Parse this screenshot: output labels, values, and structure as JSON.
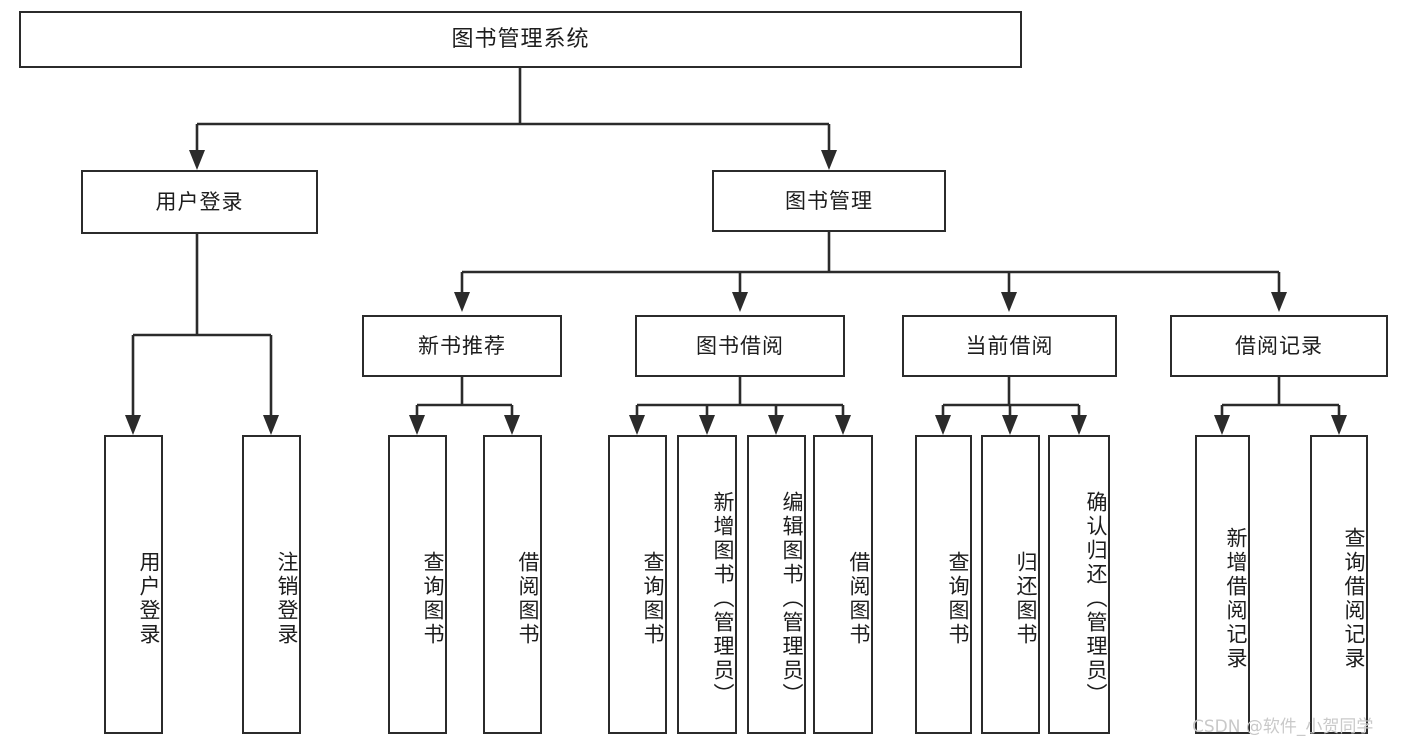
{
  "diagram": {
    "title_node": {
      "label": "图书管理系统"
    },
    "level1": [
      {
        "id": "user-login",
        "label": "用户登录"
      },
      {
        "id": "book-manage",
        "label": "图书管理"
      }
    ],
    "level2": [
      {
        "id": "new-book-recommend",
        "label": "新书推荐"
      },
      {
        "id": "book-borrow",
        "label": "图书借阅"
      },
      {
        "id": "current-borrow",
        "label": "当前借阅"
      },
      {
        "id": "borrow-record",
        "label": "借阅记录"
      }
    ],
    "leaves": [
      {
        "id": "leaf-user-login",
        "label": "用户登录"
      },
      {
        "id": "leaf-logout",
        "label": "注销登录"
      },
      {
        "id": "leaf-query-book-1",
        "label": "查询图书"
      },
      {
        "id": "leaf-borrow-book-1",
        "label": "借阅图书"
      },
      {
        "id": "leaf-query-book-2",
        "label": "查询图书"
      },
      {
        "id": "leaf-add-book",
        "label": "新增图书（管理员）"
      },
      {
        "id": "leaf-edit-book",
        "label": "编辑图书（管理员）"
      },
      {
        "id": "leaf-borrow-book-2",
        "label": "借阅图书"
      },
      {
        "id": "leaf-query-book-3",
        "label": "查询图书"
      },
      {
        "id": "leaf-return-book",
        "label": "归还图书"
      },
      {
        "id": "leaf-confirm-return",
        "label": "确认归还（管理员）"
      },
      {
        "id": "leaf-add-record",
        "label": "新增借阅记录"
      },
      {
        "id": "leaf-query-record",
        "label": "查询借阅记录"
      }
    ]
  },
  "watermark": {
    "text": "CSDN @软件_小贺同学"
  },
  "colors": {
    "border": "#2b2b2b",
    "text": "#1d1d1d",
    "background": "#ffffff",
    "watermark": "#c9c9c9"
  }
}
